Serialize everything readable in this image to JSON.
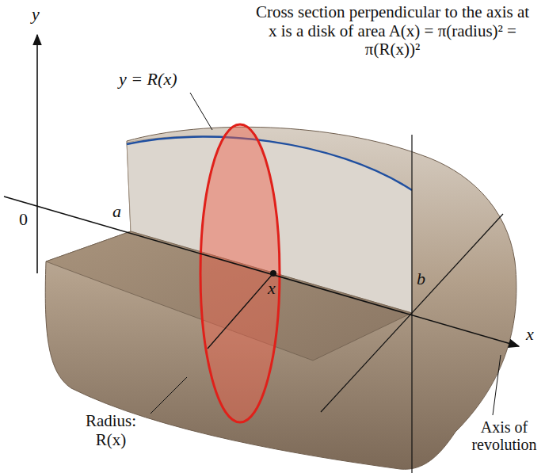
{
  "diagram": {
    "labels": [
      "Cross section perpendicular to the axis at x is a disk of area A(x) = π(radius)² = π(R(x))²",
      "y",
      "y = R(x)",
      "0",
      "a",
      "x",
      "b",
      "x",
      "Radius: R(x)",
      "Axis of revolution"
    ]
  }
}
